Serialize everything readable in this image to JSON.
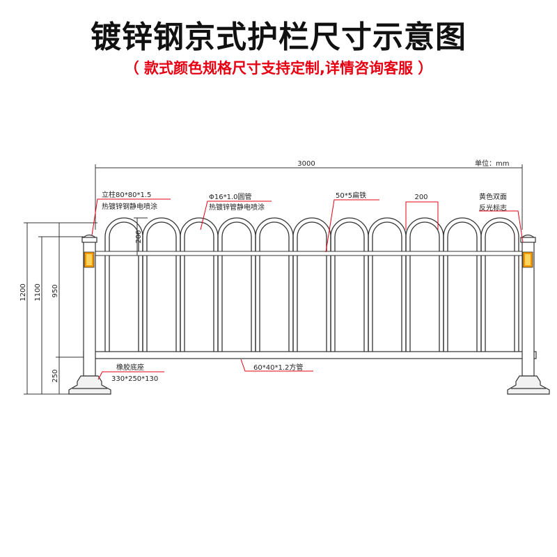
{
  "header": {
    "title": "镀锌钢京式护栏尺寸示意图",
    "subtitle": "（ 款式颜色规格尺寸支持定制,详情咨询客服 ）"
  },
  "dimensions": {
    "overall_length": "3000",
    "unit": "单位：mm",
    "height_total": "1200",
    "height_1100": "1100",
    "height_950": "950",
    "height_250": "250",
    "arch_height": "200",
    "bar_spacing": "200"
  },
  "labels": {
    "post_line1": "立柱80*80*1.5",
    "post_line2": "热镀锌钢静电喷涂",
    "tube_line1": "Φ16*1.0圆管",
    "tube_line2": "热镀锌管静电喷涂",
    "flat_iron": "50*5扁铁",
    "reflector_line1": "黄色双面",
    "reflector_line2": "反光标志",
    "base_line1": "橡胶底座",
    "base_line2": "330*250*130",
    "bottom_tube": "60*40*1.2方管"
  },
  "colors": {
    "title": "#111111",
    "subtitle": "#e60012",
    "leader": "#e60012",
    "line": "#333333",
    "reflector": "#f39800"
  }
}
